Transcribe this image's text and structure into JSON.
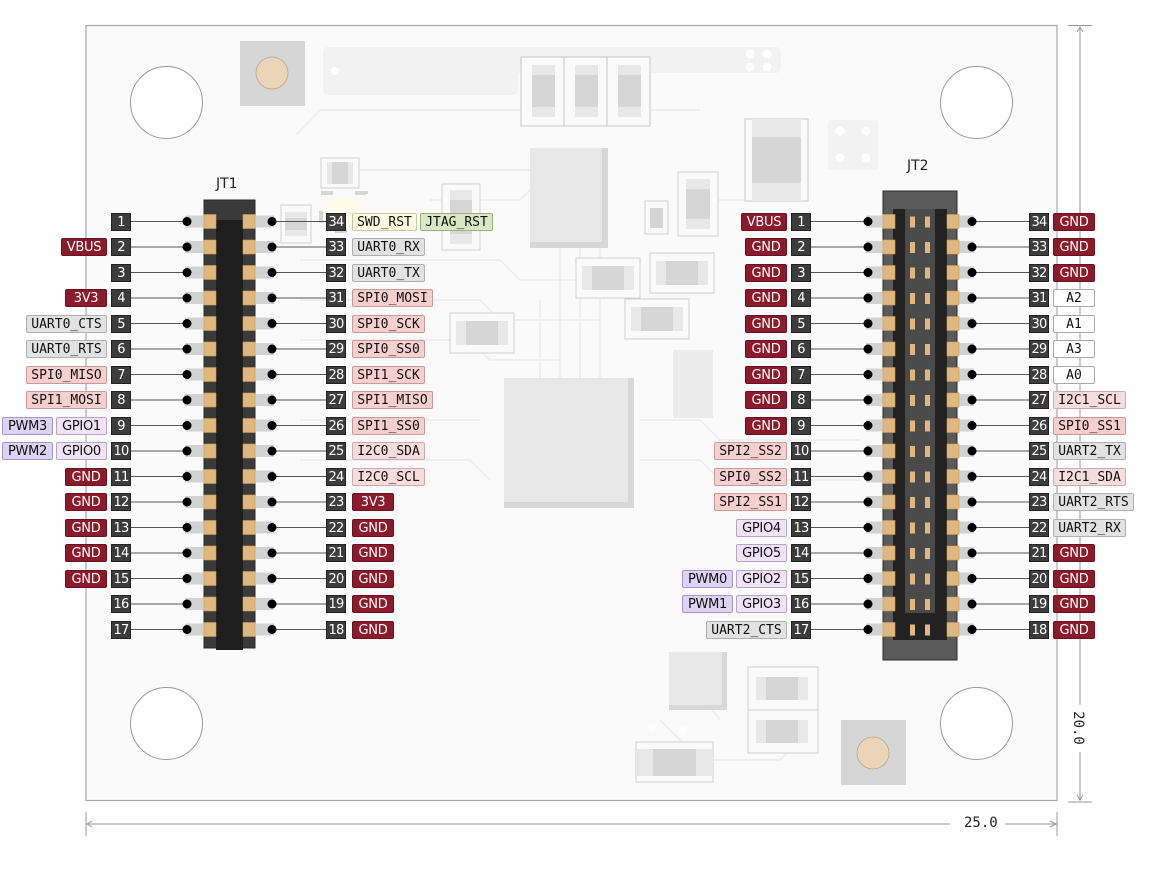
{
  "board": {
    "width_dimension": "25.0",
    "height_dimension": "20.0"
  },
  "colors": {
    "power": "#8b1a2b",
    "power_text": "#ffffff",
    "spi": "#f8cfcf",
    "i2c": "#f6dcdc",
    "uart": "#e2e2e2",
    "gpio": "#f1e3f6",
    "pwm": "#ddd4f5",
    "analog": "#ffffff",
    "swd": "#fbfbe2",
    "jtag": "#d8e8c4",
    "pin_number_bg": "#3c3c3c"
  },
  "connectors": [
    {
      "name": "JT1",
      "left_pins": [
        {
          "pin": "1",
          "labels": []
        },
        {
          "pin": "2",
          "labels": [
            {
              "text": "VBUS",
              "type": "power"
            }
          ]
        },
        {
          "pin": "3",
          "labels": []
        },
        {
          "pin": "4",
          "labels": [
            {
              "text": "3V3",
              "type": "power"
            }
          ]
        },
        {
          "pin": "5",
          "labels": [
            {
              "text": "UART0_CTS",
              "type": "uart"
            }
          ]
        },
        {
          "pin": "6",
          "labels": [
            {
              "text": "UART0_RTS",
              "type": "uart"
            }
          ]
        },
        {
          "pin": "7",
          "labels": [
            {
              "text": "SPI0_MISO",
              "type": "spi"
            }
          ]
        },
        {
          "pin": "8",
          "labels": [
            {
              "text": "SPI1_MOSI",
              "type": "spi"
            }
          ]
        },
        {
          "pin": "9",
          "labels": [
            {
              "text": "GPIO1",
              "type": "gpio"
            },
            {
              "text": "PWM3",
              "type": "pwm"
            }
          ]
        },
        {
          "pin": "10",
          "labels": [
            {
              "text": "GPIO0",
              "type": "gpio"
            },
            {
              "text": "PWM2",
              "type": "pwm"
            }
          ]
        },
        {
          "pin": "11",
          "labels": [
            {
              "text": "GND",
              "type": "power"
            }
          ]
        },
        {
          "pin": "12",
          "labels": [
            {
              "text": "GND",
              "type": "power"
            }
          ]
        },
        {
          "pin": "13",
          "labels": [
            {
              "text": "GND",
              "type": "power"
            }
          ]
        },
        {
          "pin": "14",
          "labels": [
            {
              "text": "GND",
              "type": "power"
            }
          ]
        },
        {
          "pin": "15",
          "labels": [
            {
              "text": "GND",
              "type": "power"
            }
          ]
        },
        {
          "pin": "16",
          "labels": []
        },
        {
          "pin": "17",
          "labels": []
        }
      ],
      "right_pins": [
        {
          "pin": "34",
          "labels": [
            {
              "text": "SWD_RST",
              "type": "swd"
            },
            {
              "text": "JTAG_RST",
              "type": "jtag"
            }
          ]
        },
        {
          "pin": "33",
          "labels": [
            {
              "text": "UART0_RX",
              "type": "uart"
            }
          ]
        },
        {
          "pin": "32",
          "labels": [
            {
              "text": "UART0_TX",
              "type": "uart"
            }
          ]
        },
        {
          "pin": "31",
          "labels": [
            {
              "text": "SPI0_MOSI",
              "type": "spi"
            }
          ]
        },
        {
          "pin": "30",
          "labels": [
            {
              "text": "SPI0_SCK",
              "type": "spi"
            }
          ]
        },
        {
          "pin": "29",
          "labels": [
            {
              "text": "SPI0_SS0",
              "type": "spi"
            }
          ]
        },
        {
          "pin": "28",
          "labels": [
            {
              "text": "SPI1_SCK",
              "type": "spi"
            }
          ]
        },
        {
          "pin": "27",
          "labels": [
            {
              "text": "SPI1_MISO",
              "type": "spi"
            }
          ]
        },
        {
          "pin": "26",
          "labels": [
            {
              "text": "SPI1_SS0",
              "type": "spi"
            }
          ]
        },
        {
          "pin": "25",
          "labels": [
            {
              "text": "I2C0_SDA",
              "type": "i2c"
            }
          ]
        },
        {
          "pin": "24",
          "labels": [
            {
              "text": "I2C0_SCL",
              "type": "i2c"
            }
          ]
        },
        {
          "pin": "23",
          "labels": [
            {
              "text": "3V3",
              "type": "power"
            }
          ]
        },
        {
          "pin": "22",
          "labels": [
            {
              "text": "GND",
              "type": "power"
            }
          ]
        },
        {
          "pin": "21",
          "labels": [
            {
              "text": "GND",
              "type": "power"
            }
          ]
        },
        {
          "pin": "20",
          "labels": [
            {
              "text": "GND",
              "type": "power"
            }
          ]
        },
        {
          "pin": "19",
          "labels": [
            {
              "text": "GND",
              "type": "power"
            }
          ]
        },
        {
          "pin": "18",
          "labels": [
            {
              "text": "GND",
              "type": "power"
            }
          ]
        }
      ]
    },
    {
      "name": "JT2",
      "left_pins": [
        {
          "pin": "1",
          "labels": [
            {
              "text": "VBUS",
              "type": "power"
            }
          ]
        },
        {
          "pin": "2",
          "labels": [
            {
              "text": "GND",
              "type": "power"
            }
          ]
        },
        {
          "pin": "3",
          "labels": [
            {
              "text": "GND",
              "type": "power"
            }
          ]
        },
        {
          "pin": "4",
          "labels": [
            {
              "text": "GND",
              "type": "power"
            }
          ]
        },
        {
          "pin": "5",
          "labels": [
            {
              "text": "GND",
              "type": "power"
            }
          ]
        },
        {
          "pin": "6",
          "labels": [
            {
              "text": "GND",
              "type": "power"
            }
          ]
        },
        {
          "pin": "7",
          "labels": [
            {
              "text": "GND",
              "type": "power"
            }
          ]
        },
        {
          "pin": "8",
          "labels": [
            {
              "text": "GND",
              "type": "power"
            }
          ]
        },
        {
          "pin": "9",
          "labels": [
            {
              "text": "GND",
              "type": "power"
            }
          ]
        },
        {
          "pin": "10",
          "labels": [
            {
              "text": "SPI2_SS2",
              "type": "spi"
            }
          ]
        },
        {
          "pin": "11",
          "labels": [
            {
              "text": "SPI0_SS2",
              "type": "spi"
            }
          ]
        },
        {
          "pin": "12",
          "labels": [
            {
              "text": "SPI2_SS1",
              "type": "spi"
            }
          ]
        },
        {
          "pin": "13",
          "labels": [
            {
              "text": "GPIO4",
              "type": "gpio"
            }
          ]
        },
        {
          "pin": "14",
          "labels": [
            {
              "text": "GPIO5",
              "type": "gpio"
            }
          ]
        },
        {
          "pin": "15",
          "labels": [
            {
              "text": "GPIO2",
              "type": "gpio"
            },
            {
              "text": "PWM0",
              "type": "pwm"
            }
          ]
        },
        {
          "pin": "16",
          "labels": [
            {
              "text": "GPIO3",
              "type": "gpio"
            },
            {
              "text": "PWM1",
              "type": "pwm"
            }
          ]
        },
        {
          "pin": "17",
          "labels": [
            {
              "text": "UART2_CTS",
              "type": "uart"
            }
          ]
        }
      ],
      "right_pins": [
        {
          "pin": "34",
          "labels": [
            {
              "text": "GND",
              "type": "power"
            }
          ]
        },
        {
          "pin": "33",
          "labels": [
            {
              "text": "GND",
              "type": "power"
            }
          ]
        },
        {
          "pin": "32",
          "labels": [
            {
              "text": "GND",
              "type": "power"
            }
          ]
        },
        {
          "pin": "31",
          "labels": [
            {
              "text": "A2",
              "type": "analog"
            }
          ]
        },
        {
          "pin": "30",
          "labels": [
            {
              "text": "A1",
              "type": "analog"
            }
          ]
        },
        {
          "pin": "29",
          "labels": [
            {
              "text": "A3",
              "type": "analog"
            }
          ]
        },
        {
          "pin": "28",
          "labels": [
            {
              "text": "A0",
              "type": "analog"
            }
          ]
        },
        {
          "pin": "27",
          "labels": [
            {
              "text": "I2C1_SCL",
              "type": "i2c"
            }
          ]
        },
        {
          "pin": "26",
          "labels": [
            {
              "text": "SPI0_SS1",
              "type": "spi"
            }
          ]
        },
        {
          "pin": "25",
          "labels": [
            {
              "text": "UART2_TX",
              "type": "uart"
            }
          ]
        },
        {
          "pin": "24",
          "labels": [
            {
              "text": "I2C1_SDA",
              "type": "i2c"
            }
          ]
        },
        {
          "pin": "23",
          "labels": [
            {
              "text": "UART2_RTS",
              "type": "uart"
            }
          ]
        },
        {
          "pin": "22",
          "labels": [
            {
              "text": "UART2_RX",
              "type": "uart"
            }
          ]
        },
        {
          "pin": "21",
          "labels": [
            {
              "text": "GND",
              "type": "power"
            }
          ]
        },
        {
          "pin": "20",
          "labels": [
            {
              "text": "GND",
              "type": "power"
            }
          ]
        },
        {
          "pin": "19",
          "labels": [
            {
              "text": "GND",
              "type": "power"
            }
          ]
        },
        {
          "pin": "18",
          "labels": [
            {
              "text": "GND",
              "type": "power"
            }
          ]
        }
      ]
    }
  ]
}
